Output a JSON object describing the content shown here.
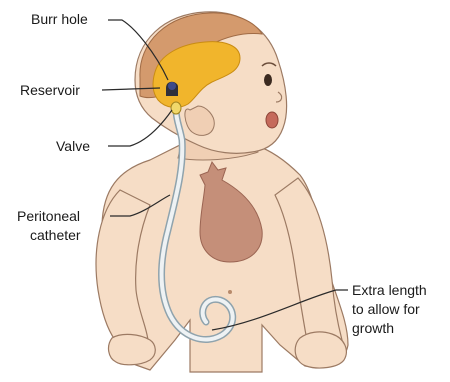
{
  "diagram": {
    "labels": {
      "burr_hole": "Burr hole",
      "reservoir": "Reservoir",
      "valve": "Valve",
      "peritoneal_catheter_line1": "Peritoneal",
      "peritoneal_catheter_line2": "catheter",
      "extra_length_line1": "Extra length",
      "extra_length_line2": "to allow for",
      "extra_length_line3": "growth"
    },
    "colors": {
      "skin": "#f6ddc6",
      "skin_shadow": "#e7bfa3",
      "hair": "#d49a6d",
      "brain_ventricle": "#f1b52c",
      "heart": "#c58f79",
      "catheter": "#eef2f4",
      "catheter_outline": "#8fa3ad",
      "outline": "#9c7a63",
      "leader": "#2a2a2a"
    }
  }
}
